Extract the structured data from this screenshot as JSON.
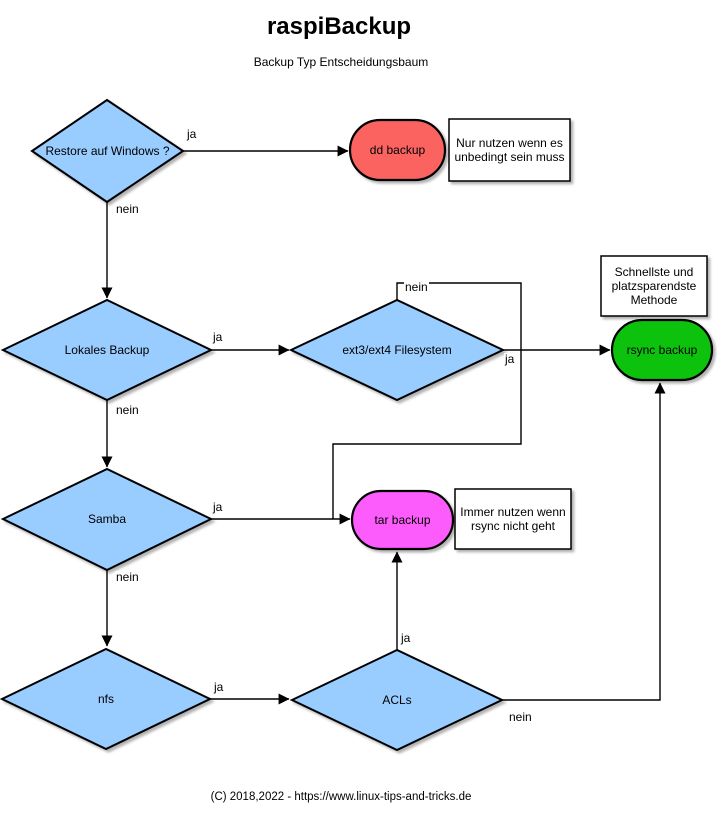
{
  "header": {
    "title": "raspiBackup",
    "subtitle": "Backup Typ Entscheidungsbaum"
  },
  "footer": {
    "copyright": "(C) 2018,2022 - https://www.linux-tips-and-tricks.de"
  },
  "colors": {
    "decision_fill": "#99CCFF",
    "dd_fill": "#FA6360",
    "tar_fill": "#FB5CFB",
    "rsync_fill": "#0BC20B",
    "note_fill": "#FFFFFF",
    "stroke": "#000000"
  },
  "nodes": {
    "restore_windows": {
      "label": "Restore auf Windows ?",
      "type": "decision"
    },
    "lokales_backup": {
      "label": "Lokales Backup",
      "type": "decision"
    },
    "ext_filesystem": {
      "label": "ext3/ext4 Filesystem",
      "type": "decision"
    },
    "samba": {
      "label": "Samba",
      "type": "decision"
    },
    "nfs": {
      "label": "nfs",
      "type": "decision"
    },
    "acls": {
      "label": "ACLs",
      "type": "decision"
    },
    "dd_backup": {
      "label": "dd backup",
      "type": "terminal"
    },
    "rsync_backup": {
      "label": "rsync backup",
      "type": "terminal"
    },
    "tar_backup": {
      "label": "tar backup",
      "type": "terminal"
    },
    "dd_note": {
      "label": "Nur nutzen wenn es unbedingt sein muss",
      "type": "note"
    },
    "rsync_note": {
      "label": "Schnellste und platzsparendste Methode",
      "type": "note"
    },
    "tar_note": {
      "label": "Immer nutzen wenn rsync nicht geht",
      "type": "note"
    }
  },
  "edge_labels": {
    "restore_ja": "ja",
    "restore_nein": "nein",
    "lokales_ja": "ja",
    "lokales_nein": "nein",
    "ext_ja": "ja",
    "ext_nein": "nein",
    "samba_ja": "ja",
    "samba_nein": "nein",
    "nfs_ja": "ja",
    "acls_ja": "ja",
    "acls_nein": "nein"
  }
}
